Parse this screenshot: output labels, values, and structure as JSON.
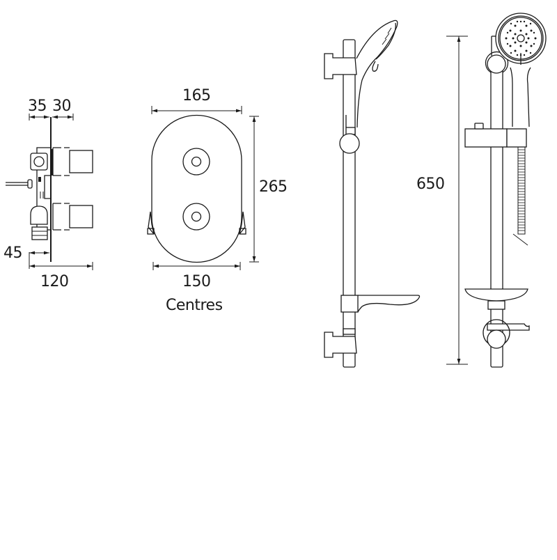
{
  "drawing": {
    "type": "technical-dimension-drawing",
    "subject": "Concealed thermostatic shower valve with adjustable riser rail kit",
    "units": "mm",
    "line_color": "#1a1a1a",
    "background": "#ffffff"
  },
  "valve_side_view": {
    "dimensions": {
      "projection_behind_wall": "35",
      "projection_in_front_of_wall": "30",
      "min_depth": "45",
      "total_depth": "120"
    }
  },
  "valve_front_view": {
    "dimensions": {
      "plate_width": "165",
      "plate_height": "265",
      "inlet_centres": "150",
      "inlet_centres_caption": "Centres"
    },
    "controls": [
      {
        "name": "temperature-control"
      },
      {
        "name": "flow-control"
      }
    ]
  },
  "riser_side_view": {
    "components": [
      "shower-handset",
      "upper-wall-bracket",
      "slider",
      "soap-dish",
      "lower-wall-bracket",
      "riser-rail"
    ]
  },
  "riser_front_view": {
    "dimensions": {
      "rail_height": "650"
    },
    "components": [
      "multi-function-handset",
      "upper-bracket",
      "slider-holder",
      "shower-hose",
      "soap-dish",
      "lower-bracket",
      "riser-rail"
    ]
  }
}
